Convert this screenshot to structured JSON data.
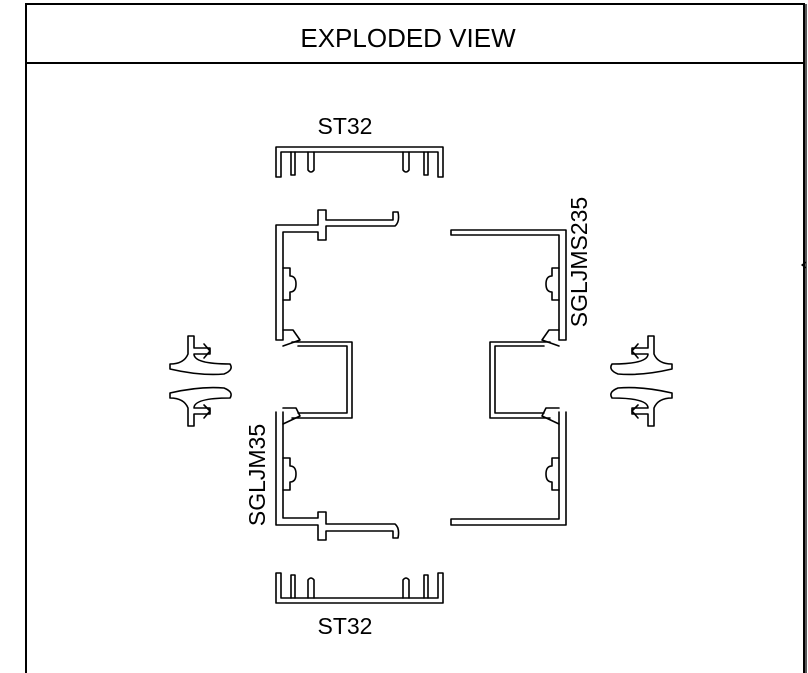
{
  "title": "EXPLODED VIEW",
  "labels": {
    "top_part": "ST32",
    "bottom_part": "ST32",
    "right_part": "SGLJMS235",
    "left_part": "SGLJM35"
  },
  "arrow_icons": [
    "snap-arrow-icon",
    "snap-arrow-icon",
    "snap-arrow-icon",
    "snap-arrow-icon"
  ]
}
